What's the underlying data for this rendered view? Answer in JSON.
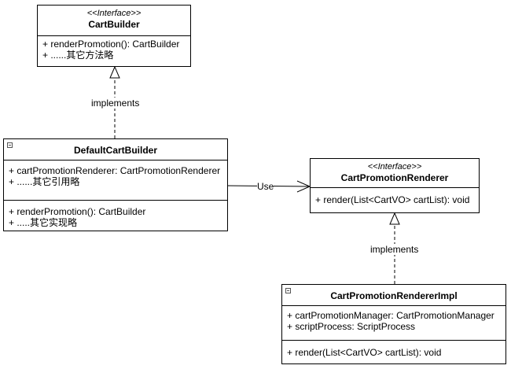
{
  "classes": {
    "cart_builder": {
      "stereotype": "<<Interface>>",
      "name": "CartBuilder",
      "methods": [
        "+ renderPromotion(): CartBuilder",
        "+ ......其它方法略"
      ]
    },
    "default_cart_builder": {
      "name": "DefaultCartBuilder",
      "attributes": [
        "+ cartPromotionRenderer: CartPromotionRenderer",
        "+ ......其它引用略"
      ],
      "methods": [
        "+ renderPromotion(): CartBuilder",
        "+ .....其它实现略"
      ]
    },
    "cart_promotion_renderer": {
      "stereotype": "<<Interface>>",
      "name": "CartPromotionRenderer",
      "methods": [
        "+ render(List<CartVO> cartList): void"
      ]
    },
    "cart_promotion_renderer_impl": {
      "name": "CartPromotionRendererImpl",
      "attributes": [
        "+ cartPromotionManager: CartPromotionManager",
        "+ scriptProcess: ScriptProcess"
      ],
      "methods": [
        "+ render(List<CartVO> cartList): void"
      ]
    }
  },
  "relations": {
    "implements_1": "implements",
    "use": "Use",
    "implements_2": "implements"
  }
}
